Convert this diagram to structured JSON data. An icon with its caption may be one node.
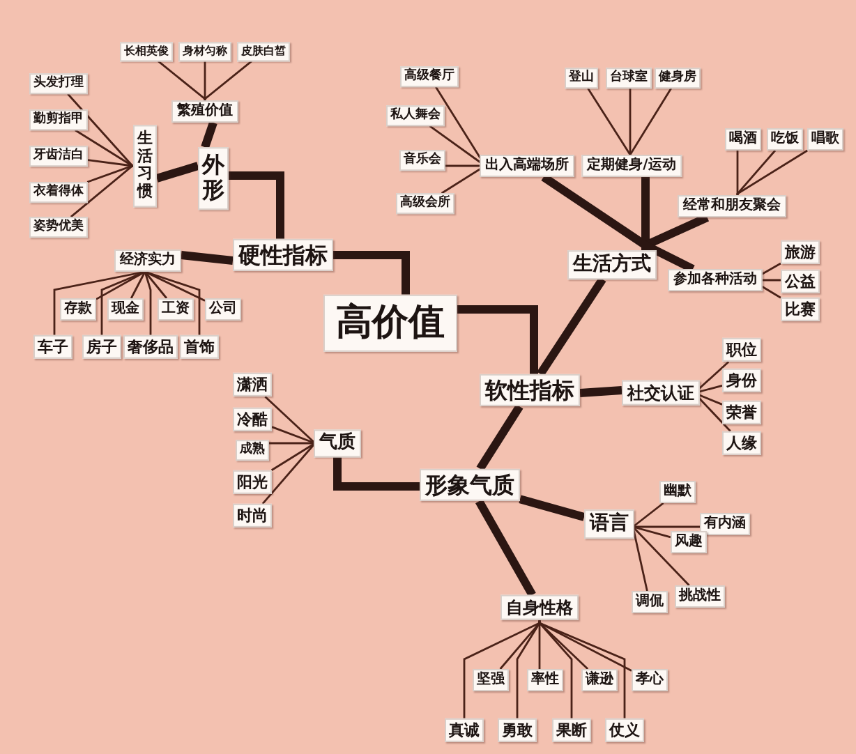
{
  "diagram": {
    "nodes": [
      {
        "text": [
          "高价值"
        ]
      },
      {
        "text": [
          "硬性指标"
        ]
      },
      {
        "text": [
          "外形"
        ]
      },
      {
        "text": [
          "繁殖价值"
        ]
      },
      {
        "text": [
          "长相英俊"
        ]
      },
      {
        "text": [
          "身材匀称"
        ]
      },
      {
        "text": [
          "皮肤白皙"
        ]
      },
      {
        "text": [
          "生活习惯"
        ]
      },
      {
        "text": [
          "头发打理"
        ]
      },
      {
        "text": [
          "勤剪指甲"
        ]
      },
      {
        "text": [
          "牙齿洁白"
        ]
      },
      {
        "text": [
          "衣着得体"
        ]
      },
      {
        "text": [
          "姿势优美"
        ]
      },
      {
        "text": [
          "经济实力"
        ]
      },
      {
        "text": [
          "存款"
        ]
      },
      {
        "text": [
          "现金"
        ]
      },
      {
        "text": [
          "工资"
        ]
      },
      {
        "text": [
          "公司"
        ]
      },
      {
        "text": [
          "车子"
        ]
      },
      {
        "text": [
          "房子"
        ]
      },
      {
        "text": [
          "奢侈品"
        ]
      },
      {
        "text": [
          "首饰"
        ]
      },
      {
        "text": [
          "软性指标"
        ]
      },
      {
        "text": [
          "生活方式"
        ]
      },
      {
        "text": [
          "出入高端场所"
        ]
      },
      {
        "text": [
          "高级餐厅"
        ]
      },
      {
        "text": [
          "私人舞会"
        ]
      },
      {
        "text": [
          "音乐会"
        ]
      },
      {
        "text": [
          "高级会所"
        ]
      },
      {
        "text": [
          "定期健身/运动"
        ]
      },
      {
        "text": [
          "登山"
        ]
      },
      {
        "text": [
          "台球室"
        ]
      },
      {
        "text": [
          "健身房"
        ]
      },
      {
        "text": [
          "经常和朋友聚会"
        ]
      },
      {
        "text": [
          "喝酒"
        ]
      },
      {
        "text": [
          "吃饭"
        ]
      },
      {
        "text": [
          "唱歌"
        ]
      },
      {
        "text": [
          "参加各种活动"
        ]
      },
      {
        "text": [
          "旅游"
        ]
      },
      {
        "text": [
          "公益"
        ]
      },
      {
        "text": [
          "比赛"
        ]
      },
      {
        "text": [
          "社交认证"
        ]
      },
      {
        "text": [
          "职位"
        ]
      },
      {
        "text": [
          "身份"
        ]
      },
      {
        "text": [
          "荣誉"
        ]
      },
      {
        "text": [
          "人缘"
        ]
      },
      {
        "text": [
          "形象气质"
        ]
      },
      {
        "text": [
          "气质"
        ]
      },
      {
        "text": [
          "潇洒"
        ]
      },
      {
        "text": [
          "冷酷"
        ]
      },
      {
        "text": [
          "成熟"
        ]
      },
      {
        "text": [
          "阳光"
        ]
      },
      {
        "text": [
          "时尚"
        ]
      },
      {
        "text": [
          "语言"
        ]
      },
      {
        "text": [
          "幽默"
        ]
      },
      {
        "text": [
          "有内涵"
        ]
      },
      {
        "text": [
          "风趣"
        ]
      },
      {
        "text": [
          "挑战性"
        ]
      },
      {
        "text": [
          "调侃"
        ]
      },
      {
        "text": [
          "自身性格"
        ]
      },
      {
        "text": [
          "坚强"
        ]
      },
      {
        "text": [
          "率性"
        ]
      },
      {
        "text": [
          "谦逊"
        ]
      },
      {
        "text": [
          "孝心"
        ]
      },
      {
        "text": [
          "真诚"
        ]
      },
      {
        "text": [
          "勇敢"
        ]
      },
      {
        "text": [
          "果断"
        ]
      },
      {
        "text": [
          "仗义"
        ]
      }
    ],
    "edges": [
      {
        "from": 0,
        "to": 1,
        "arrow": "none",
        "style": "thick"
      },
      {
        "from": 1,
        "to": 2,
        "arrow": "none",
        "style": "thick"
      },
      {
        "from": 2,
        "to": 3,
        "arrow": "none",
        "style": "thick"
      },
      {
        "from": 3,
        "to": 4,
        "arrow": "none"
      },
      {
        "from": 3,
        "to": 5,
        "arrow": "none"
      },
      {
        "from": 3,
        "to": 6,
        "arrow": "none"
      },
      {
        "from": 2,
        "to": 7,
        "arrow": "none",
        "style": "thick"
      },
      {
        "from": 7,
        "to": 8,
        "arrow": "none"
      },
      {
        "from": 7,
        "to": 9,
        "arrow": "none"
      },
      {
        "from": 7,
        "to": 10,
        "arrow": "none"
      },
      {
        "from": 7,
        "to": 11,
        "arrow": "none"
      },
      {
        "from": 7,
        "to": 12,
        "arrow": "none"
      },
      {
        "from": 1,
        "to": 13,
        "arrow": "none",
        "style": "thick"
      },
      {
        "from": 13,
        "to": 14,
        "arrow": "none"
      },
      {
        "from": 13,
        "to": 15,
        "arrow": "none"
      },
      {
        "from": 13,
        "to": 16,
        "arrow": "none"
      },
      {
        "from": 13,
        "to": 17,
        "arrow": "none"
      },
      {
        "from": 13,
        "to": 18,
        "arrow": "none"
      },
      {
        "from": 13,
        "to": 19,
        "arrow": "none"
      },
      {
        "from": 13,
        "to": 20,
        "arrow": "none"
      },
      {
        "from": 13,
        "to": 21,
        "arrow": "none"
      },
      {
        "from": 0,
        "to": 22,
        "arrow": "none",
        "style": "thick"
      },
      {
        "from": 22,
        "to": 23,
        "arrow": "none",
        "style": "thick"
      },
      {
        "from": 23,
        "to": 24,
        "arrow": "none",
        "style": "thick"
      },
      {
        "from": 24,
        "to": 25,
        "arrow": "none"
      },
      {
        "from": 24,
        "to": 26,
        "arrow": "none"
      },
      {
        "from": 24,
        "to": 27,
        "arrow": "none"
      },
      {
        "from": 24,
        "to": 28,
        "arrow": "none"
      },
      {
        "from": 23,
        "to": 29,
        "arrow": "none",
        "style": "thick"
      },
      {
        "from": 29,
        "to": 30,
        "arrow": "none"
      },
      {
        "from": 29,
        "to": 31,
        "arrow": "none"
      },
      {
        "from": 29,
        "to": 32,
        "arrow": "none"
      },
      {
        "from": 23,
        "to": 33,
        "arrow": "none",
        "style": "thick"
      },
      {
        "from": 33,
        "to": 34,
        "arrow": "none"
      },
      {
        "from": 33,
        "to": 35,
        "arrow": "none"
      },
      {
        "from": 33,
        "to": 36,
        "arrow": "none"
      },
      {
        "from": 23,
        "to": 37,
        "arrow": "none",
        "style": "thick"
      },
      {
        "from": 37,
        "to": 38,
        "arrow": "none"
      },
      {
        "from": 37,
        "to": 39,
        "arrow": "none"
      },
      {
        "from": 37,
        "to": 40,
        "arrow": "none"
      },
      {
        "from": 22,
        "to": 41,
        "arrow": "none",
        "style": "thick"
      },
      {
        "from": 41,
        "to": 42,
        "arrow": "none"
      },
      {
        "from": 41,
        "to": 43,
        "arrow": "none"
      },
      {
        "from": 41,
        "to": 44,
        "arrow": "none"
      },
      {
        "from": 41,
        "to": 45,
        "arrow": "none"
      },
      {
        "from": 22,
        "to": 46,
        "arrow": "none",
        "style": "thick"
      },
      {
        "from": 46,
        "to": 47,
        "arrow": "none",
        "style": "thick"
      },
      {
        "from": 47,
        "to": 48,
        "arrow": "none"
      },
      {
        "from": 47,
        "to": 49,
        "arrow": "none"
      },
      {
        "from": 47,
        "to": 50,
        "arrow": "none"
      },
      {
        "from": 47,
        "to": 51,
        "arrow": "none"
      },
      {
        "from": 47,
        "to": 52,
        "arrow": "none"
      },
      {
        "from": 46,
        "to": 53,
        "arrow": "none",
        "style": "thick"
      },
      {
        "from": 53,
        "to": 54,
        "arrow": "none"
      },
      {
        "from": 53,
        "to": 55,
        "arrow": "none"
      },
      {
        "from": 53,
        "to": 56,
        "arrow": "none"
      },
      {
        "from": 53,
        "to": 57,
        "arrow": "none"
      },
      {
        "from": 53,
        "to": 58,
        "arrow": "none"
      },
      {
        "from": 46,
        "to": 59,
        "arrow": "none",
        "style": "thick"
      },
      {
        "from": 59,
        "to": 60,
        "arrow": "none"
      },
      {
        "from": 59,
        "to": 61,
        "arrow": "none"
      },
      {
        "from": 59,
        "to": 62,
        "arrow": "none"
      },
      {
        "from": 59,
        "to": 63,
        "arrow": "none"
      },
      {
        "from": 59,
        "to": 64,
        "arrow": "none"
      },
      {
        "from": 59,
        "to": 65,
        "arrow": "none"
      },
      {
        "from": 59,
        "to": 66,
        "arrow": "none"
      },
      {
        "from": 59,
        "to": 67,
        "arrow": "none"
      }
    ]
  }
}
